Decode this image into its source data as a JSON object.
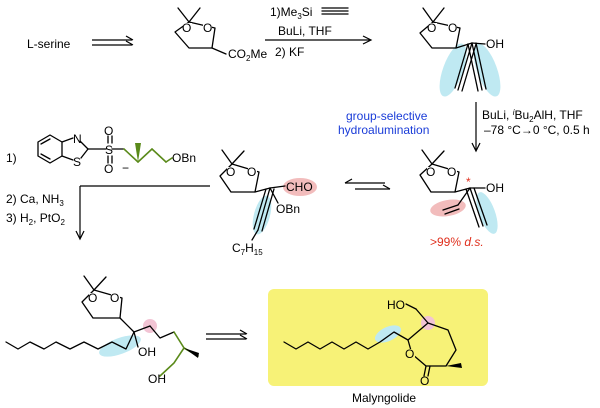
{
  "labels": {
    "start_material": "L-serine",
    "me3si": "1)Me",
    "me3si_sub": "3",
    "me3si_tail": "Si",
    "buli_thf": "BuLi, THF",
    "kf": "2) KF",
    "co2me": "CO",
    "co2me_sub": "2",
    "co2me_tail": "Me",
    "o": "O",
    "oh": "OH",
    "group_selective_1": "group-selective",
    "group_selective_2": "hydroalumination",
    "reagent_line1_a": "BuLi, ",
    "reagent_line1_i": "i",
    "reagent_line1_b": "Bu",
    "reagent_line1_sub": "2",
    "reagent_line1_c": "AlH, THF",
    "reagent_line2": "–78 °C→0 °C, 0.5 h",
    "ds": ">99% ",
    "ds_italic": "d.s.",
    "cho": "CHO",
    "obn": "OBn",
    "c7h15": "C",
    "c7h15_sub": "7",
    "c7h15_sub2": "H",
    "c7h15_sub3": "15",
    "step1": "1)",
    "step2": "2) Ca, NH",
    "step2_sub": "3",
    "step3": "3) H",
    "step3_sub": "2",
    "step3_tail": ", PtO",
    "step3_sub2": "2",
    "btz_n": "N",
    "btz_s": "S",
    "so2_s": "S",
    "minus": "−",
    "star": "*",
    "product": "Malyngolide",
    "ho": "HO",
    "oh2": "OH"
  },
  "colors": {
    "alkyne_highlight": "#bfe9f2",
    "alkene_highlight": "#f2bcbc",
    "stereo_highlight": "#f2c4d4",
    "product_box": "#f7f277",
    "blue_text": "#1a3cd8",
    "red_text": "#e0301e",
    "green_bond": "#5a8a1a"
  }
}
